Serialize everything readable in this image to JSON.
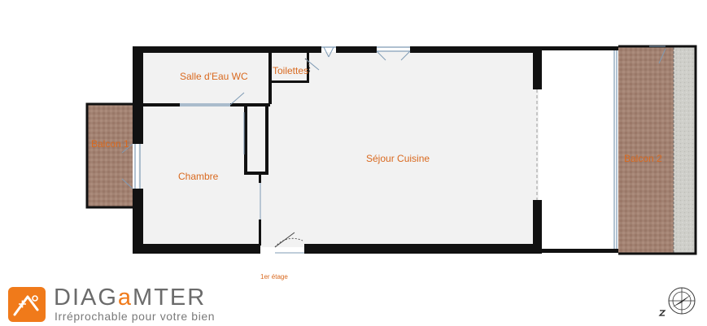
{
  "rooms": {
    "salle_eau": "Salle d'Eau WC",
    "toilettes": "Toilettes",
    "balcon1": "Balcon 1",
    "chambre": "Chambre",
    "sejour": "Séjour Cuisine",
    "balcon2": "Balcon 2"
  },
  "floor_label": "1er étage",
  "logo": {
    "brand_prefix": "DIAG",
    "brand_accent": "a",
    "brand_suffix": "MTER",
    "tagline": "Irréprochable pour votre bien"
  },
  "icons": {
    "logo_badge": "diagamter-logo-icon",
    "compass": "compass-north-icon"
  },
  "colors": {
    "accent": "#f07a1a",
    "label": "#d9691f",
    "wall": "#111111",
    "floor": "#f2f2f2",
    "balcony": "#a08070",
    "terrace": "#cdcdc8"
  }
}
